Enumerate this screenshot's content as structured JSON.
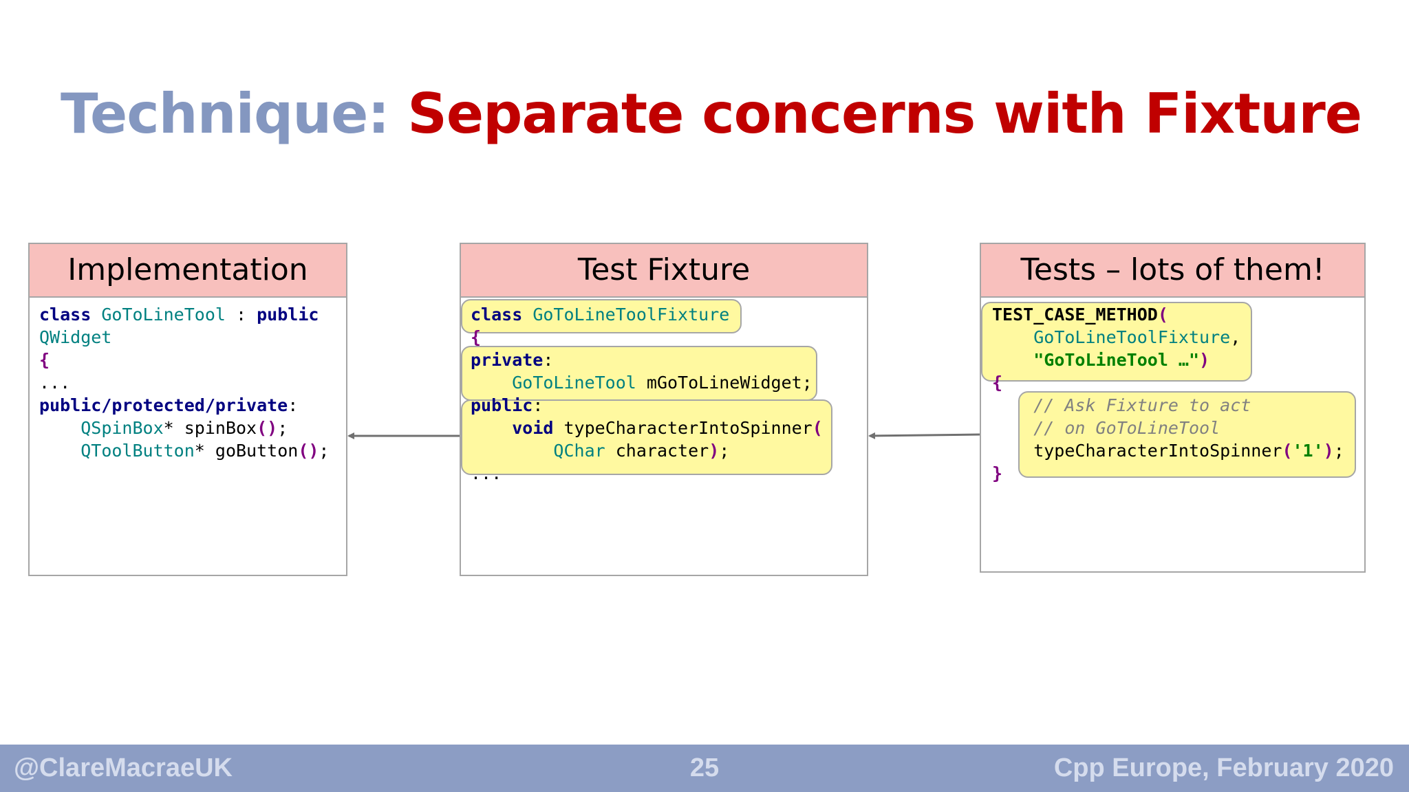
{
  "title": {
    "prefix": "Technique: ",
    "main": "Separate concerns with Fixture"
  },
  "panels": {
    "implementation": {
      "header": "Implementation",
      "code": [
        [
          {
            "t": "class",
            "c": "kw"
          },
          {
            "t": " "
          },
          {
            "t": "GoToLineTool",
            "c": "ty"
          },
          {
            "t": " : "
          },
          {
            "t": "public",
            "c": "kw"
          }
        ],
        [
          {
            "t": "QWidget",
            "c": "ty"
          }
        ],
        [
          {
            "t": "{",
            "c": "pu"
          }
        ],
        [
          {
            "t": "..."
          }
        ],
        [
          {
            "t": "public/protected/private",
            "c": "kw"
          },
          {
            "t": ":"
          }
        ],
        [
          {
            "t": "    "
          },
          {
            "t": "QSpinBox",
            "c": "ty"
          },
          {
            "t": "* spinBox"
          },
          {
            "t": "()",
            "c": "pu"
          },
          {
            "t": ";"
          }
        ],
        [
          {
            "t": "    "
          },
          {
            "t": "QToolButton",
            "c": "ty"
          },
          {
            "t": "* goButton"
          },
          {
            "t": "()",
            "c": "pu"
          },
          {
            "t": ";"
          }
        ]
      ]
    },
    "fixture": {
      "header": "Test Fixture",
      "code": [
        [
          {
            "t": "class",
            "c": "kw"
          },
          {
            "t": " "
          },
          {
            "t": "GoToLineToolFixture",
            "c": "ty"
          }
        ],
        [
          {
            "t": "{",
            "c": "pu"
          }
        ],
        [
          {
            "t": "private",
            "c": "kw"
          },
          {
            "t": ":"
          }
        ],
        [
          {
            "t": "    "
          },
          {
            "t": "GoToLineTool",
            "c": "ty"
          },
          {
            "t": " mGoToLineWidget;"
          }
        ],
        [
          {
            "t": "public",
            "c": "kw"
          },
          {
            "t": ":"
          }
        ],
        [
          {
            "t": "    "
          },
          {
            "t": "void",
            "c": "kw"
          },
          {
            "t": " typeCharacterIntoSpinner"
          },
          {
            "t": "(",
            "c": "pu"
          }
        ],
        [
          {
            "t": "        "
          },
          {
            "t": "QChar",
            "c": "ty"
          },
          {
            "t": " character"
          },
          {
            "t": ")",
            "c": "pu"
          },
          {
            "t": ";"
          }
        ],
        [
          {
            "t": "..."
          }
        ]
      ]
    },
    "tests": {
      "header": "Tests – lots of them!",
      "code": [
        [
          {
            "t": "TEST_CASE_METHOD",
            "c": "mac"
          },
          {
            "t": "(",
            "c": "pu"
          }
        ],
        [
          {
            "t": "    "
          },
          {
            "t": "GoToLineToolFixture",
            "c": "ty"
          },
          {
            "t": ","
          }
        ],
        [
          {
            "t": "    "
          },
          {
            "t": "\"GoToLineTool …\"",
            "c": "str"
          },
          {
            "t": ")",
            "c": "pu"
          }
        ],
        [
          {
            "t": "{",
            "c": "pu"
          }
        ],
        [
          {
            "t": "    "
          },
          {
            "t": "// Ask Fixture to act",
            "c": "cm"
          }
        ],
        [
          {
            "t": "    "
          },
          {
            "t": "// on GoToLineTool",
            "c": "cm"
          }
        ],
        [
          {
            "t": "    typeCharacterIntoSpinner"
          },
          {
            "t": "(",
            "c": "pu"
          },
          {
            "t": "'1'",
            "c": "str"
          },
          {
            "t": ")",
            "c": "pu"
          },
          {
            "t": ";"
          }
        ],
        [
          {
            "t": "}",
            "c": "pu"
          }
        ]
      ]
    }
  },
  "footer": {
    "left": "@ClareMacraeUK",
    "center": "25",
    "right": "Cpp Europe, February 2020"
  },
  "colors": {
    "title_prefix": "#8497c0",
    "title_main": "#c00000",
    "header_fill": "#f8c0bd",
    "highlight_fill": "#fff9a0",
    "footer_bar": "#8c9dc4",
    "keyword": "#000080",
    "type": "#008080",
    "punctuation": "#800080",
    "string": "#008000",
    "comment": "#808080"
  }
}
